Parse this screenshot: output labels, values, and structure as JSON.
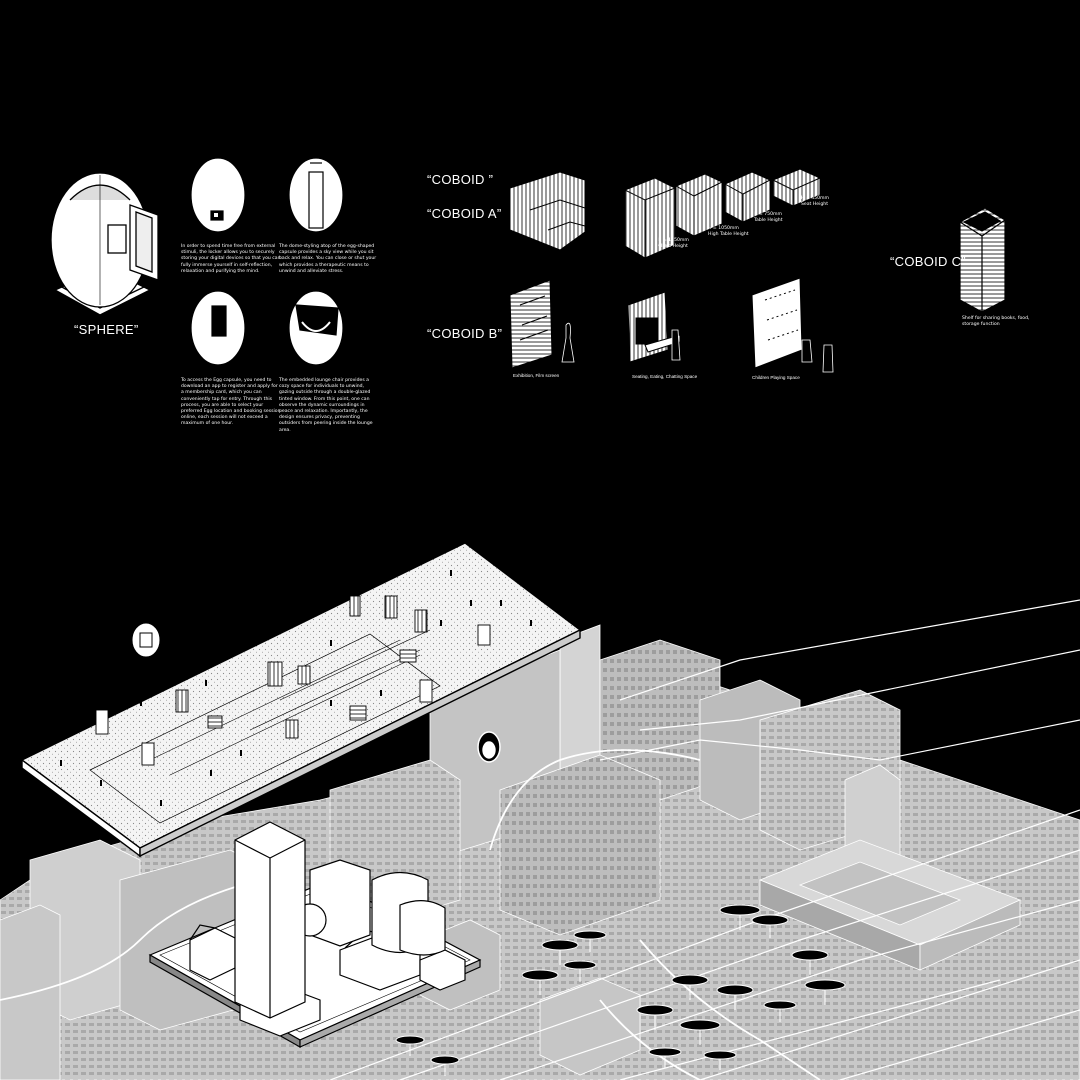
{
  "sphere": {
    "title": "“SPHERE”",
    "descriptions": [
      "In order to spend time free from external stimuli, the locker allows you to securely storing your digital devices so that you can fully immerse yourself in self-reflection, relaxation and purifying the mind.",
      "The dome-styling atop of the egg-shaped capsule provides a sky view while you sit back and relax. You can close or shut your which provides a therapeutic means to unwind and alleviate stress.",
      "To access the Egg capsule, you need to download an app to register and apply for a membership card, which you can conveniently tap for entry. Through this process, you are able to select your preferred Egg location and booking session online, each session will not exceed a maximum of one hour.",
      "The embedded lounge chair provides a cozy space for individuals to unwind, gazing outside through a double-glazed tinted window. From this point, one can observe the dynamic surroundings in peace and relaxation. Importantly, the design ensures privacy, preventing outsiders from peering inside the lounge area."
    ]
  },
  "coboid": {
    "title": "“COBOID ”",
    "a": {
      "title": "“COBOID A”",
      "heights": [
        "H = 1150mm\nClimb Height",
        "H = 1050mm\nHigh Table Height",
        "H = 750mm\nTable Height",
        "H = 450mm\nSeat Height"
      ]
    },
    "b": {
      "title": "“COBOID B”",
      "captions": [
        "Exhibition, Film screen",
        "Seating, Eating, Chatting Space",
        "Children Playing Space"
      ]
    },
    "c": {
      "title": "“COBOID C”",
      "caption": "Shelf for sharing books, food, storage function"
    }
  },
  "colors": {
    "background": "#000000",
    "line": "#ffffff",
    "building": "#c9c9c9",
    "building_dark": "#9a9a9a"
  }
}
